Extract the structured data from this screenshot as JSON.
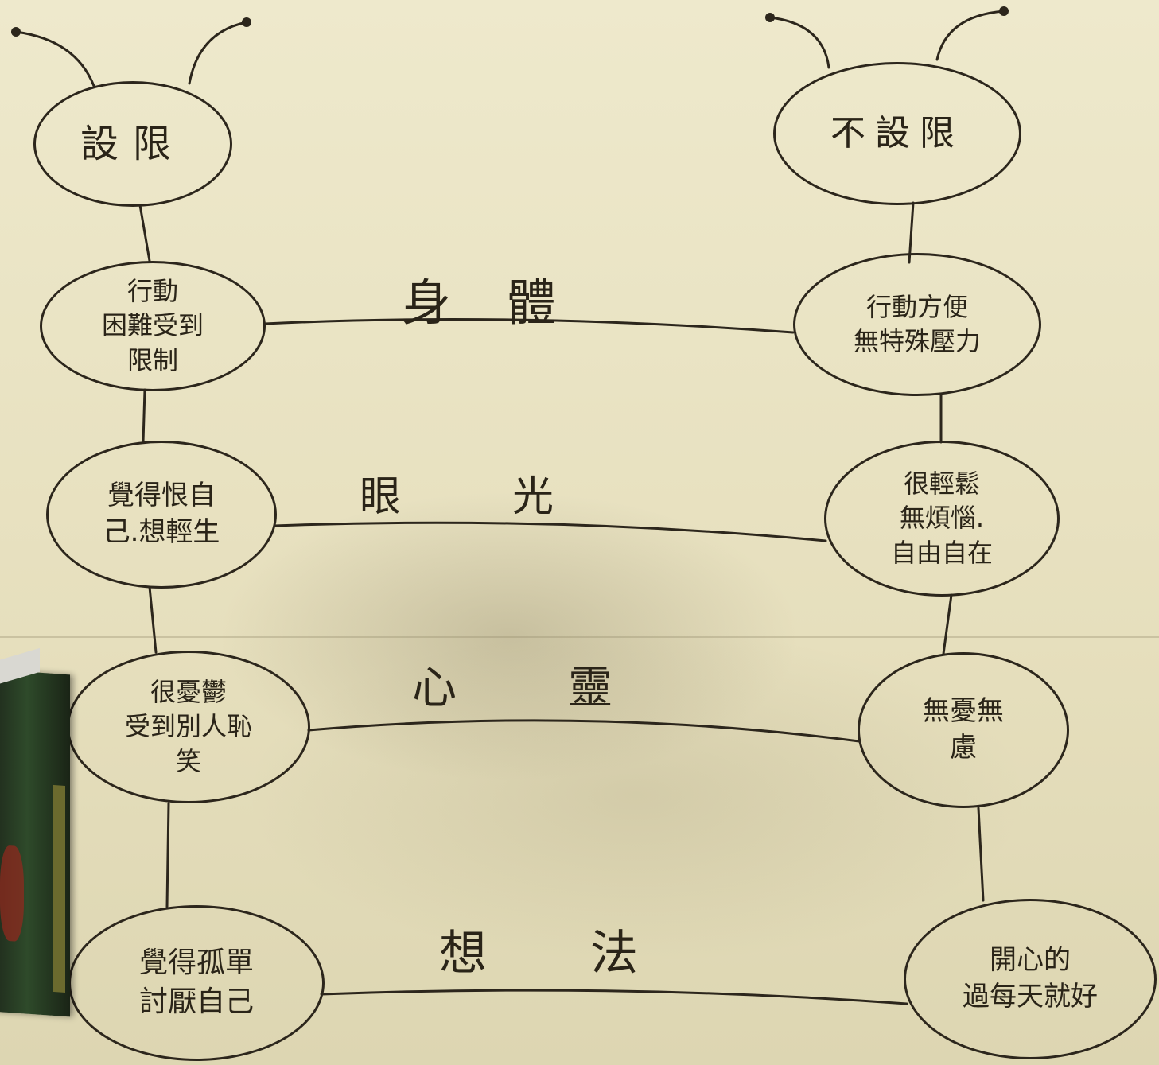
{
  "diagram": {
    "nodes": {
      "limit_title": "設限",
      "nolimit_title": "不設限",
      "left_body": "行動\n困難受到\n限制",
      "right_body": "行動方便\n無特殊壓力",
      "left_vision": "覺得恨自\n己.想輕生",
      "right_vision": "很輕鬆\n無煩惱.\n自由自在",
      "left_mind": "很憂鬱\n受到別人恥\n笑",
      "right_mind": "無憂無\n慮",
      "left_thought": "覺得孤單\n討厭自己",
      "right_thought": "開心的\n過每天就好"
    },
    "labels": {
      "body": "身體",
      "vision": "眼光",
      "mind": "心靈",
      "thought": "想法"
    },
    "stroke_color": "#2c261c",
    "paper_color": "#e9e3c2"
  }
}
